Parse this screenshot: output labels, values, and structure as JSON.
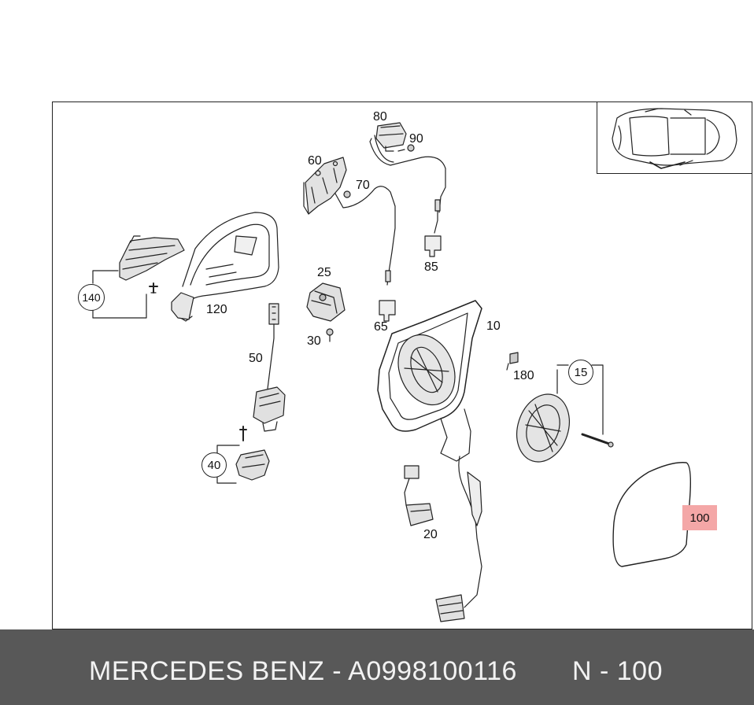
{
  "callouts": {
    "c80": "80",
    "c90": "90",
    "c60": "60",
    "c70": "70",
    "c85": "85",
    "c25": "25",
    "c120": "120",
    "c65": "65",
    "c10": "10",
    "c30": "30",
    "c50": "50",
    "c180": "180",
    "c20": "20"
  },
  "circled": {
    "c140": "140",
    "c15": "15",
    "c40": "40"
  },
  "highlight": {
    "label": "100",
    "color": "#f4a7a7"
  },
  "footer": {
    "title": "MERCEDES BENZ - A0998100116",
    "position": "N - 100",
    "background": "#585858"
  }
}
